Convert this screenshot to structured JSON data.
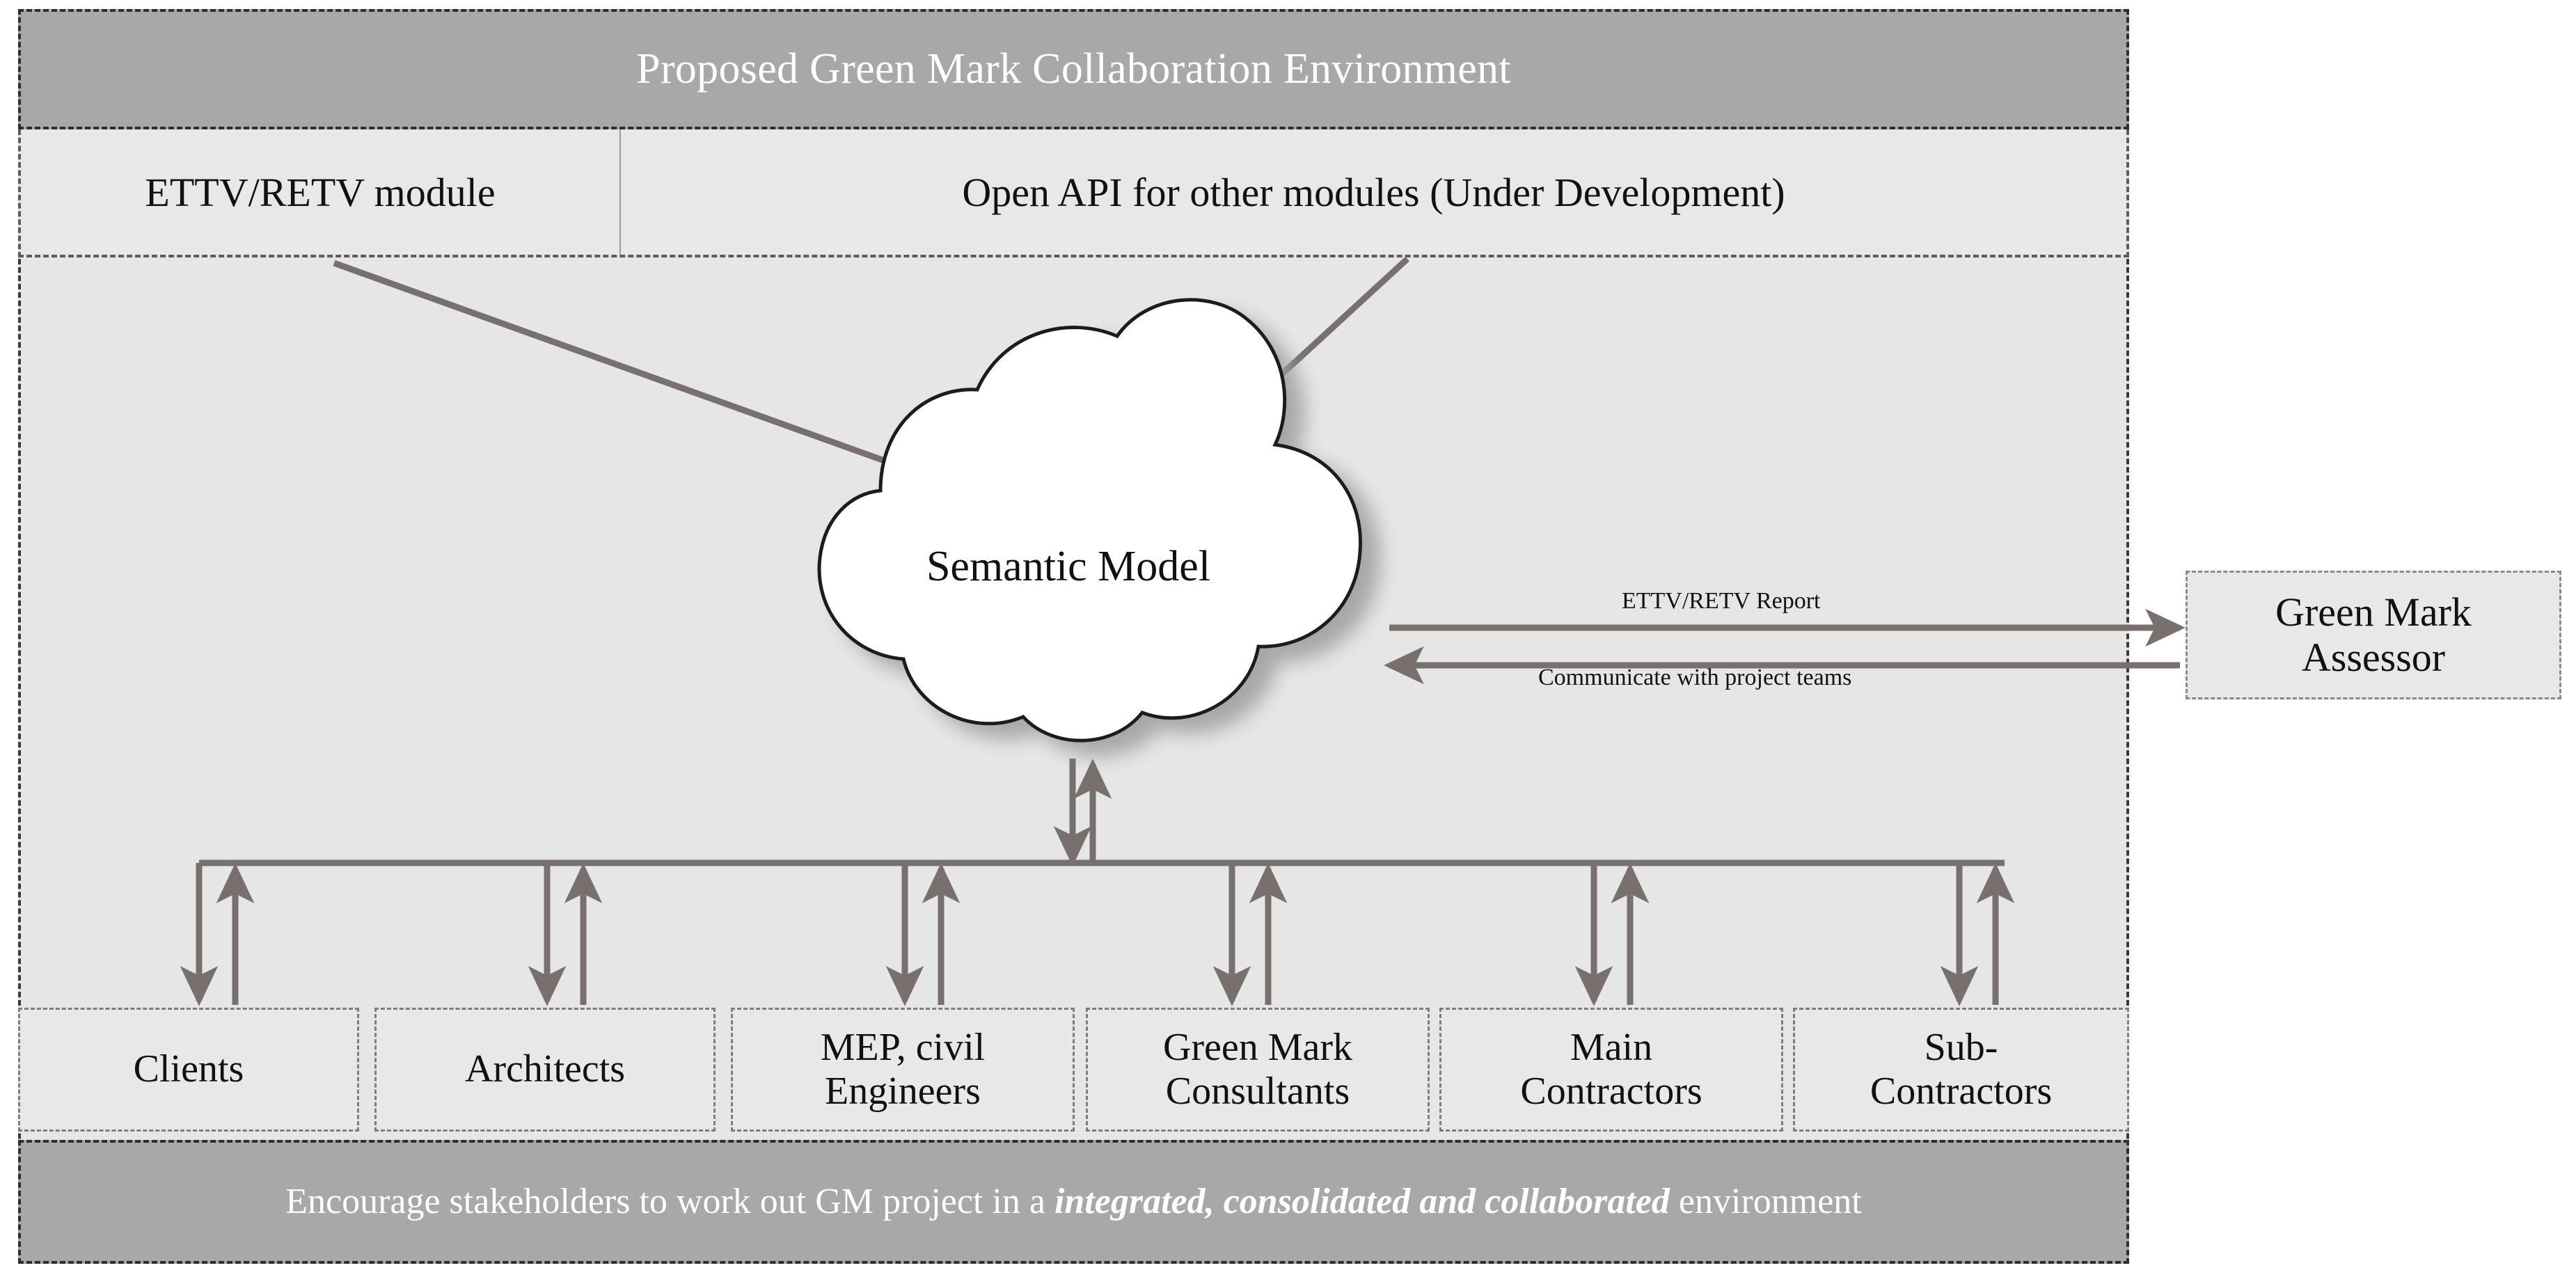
{
  "header": {
    "title": "Proposed Green Mark Collaboration Environment"
  },
  "modules": {
    "left_label": "ETTV/RETV module",
    "right_label": "Open API for other modules (Under Development)"
  },
  "cloud": {
    "label": "Semantic Model"
  },
  "assessor": {
    "line1": "Green Mark",
    "line2": "Assessor"
  },
  "edge_labels": {
    "report": "ETTV/RETV Report",
    "communicate": "Communicate with project teams"
  },
  "stakeholders": [
    {
      "line1": "Clients",
      "line2": ""
    },
    {
      "line1": "Architects",
      "line2": ""
    },
    {
      "line1": "MEP, civil",
      "line2": "Engineers"
    },
    {
      "line1": "Green Mark",
      "line2": "Consultants"
    },
    {
      "line1": "Main",
      "line2": "Contractors"
    },
    {
      "line1": "Sub-",
      "line2": "Contractors"
    }
  ],
  "footer": {
    "prefix": "Encourage stakeholders to work out GM project in a ",
    "emphasis": "integrated, consolidated and collaborated",
    "suffix": " environment"
  },
  "colors": {
    "band_gray": "#a8a8a8",
    "body_gray": "#e6e6e6",
    "box_gray": "#e8e8e8",
    "arrow_gray": "#77706e",
    "cloud_fill": "#ffffff",
    "cloud_stroke": "#1c1c1c",
    "text_dark": "#111111",
    "text_light": "#ffffff"
  }
}
